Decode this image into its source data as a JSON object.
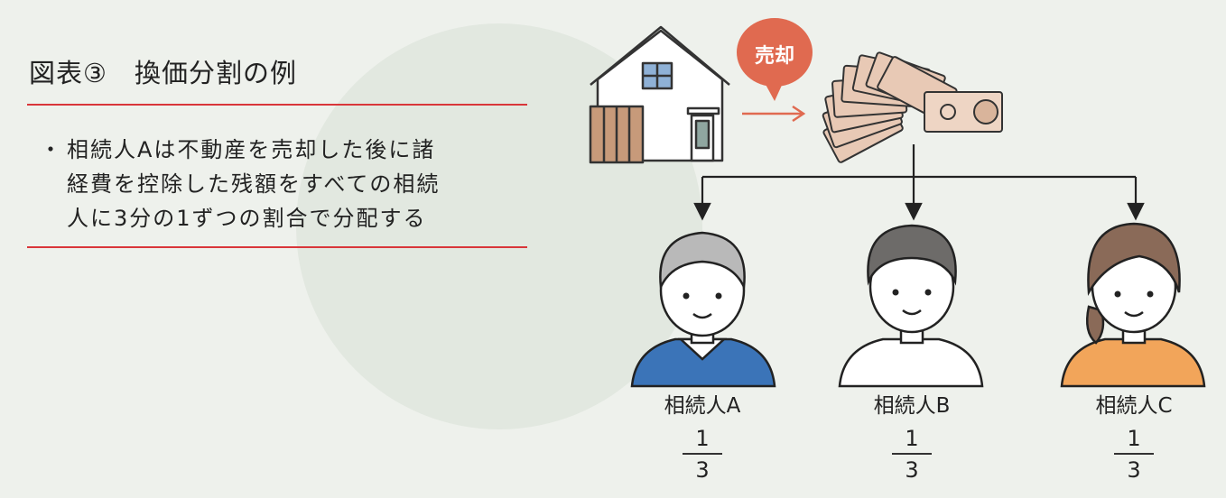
{
  "title": "図表③　換価分割の例",
  "bullet": {
    "marker": "・",
    "lines": [
      "相続人Aは不動産を売却した後に諸",
      "経費を控除した残額をすべての相続",
      "人に3分の1ずつの割合で分配する"
    ]
  },
  "bubble_label": "売却",
  "heirs": [
    {
      "name": "相続人A",
      "numerator": "1",
      "denominator": "3",
      "clothing_color": "#3b74b8"
    },
    {
      "name": "相続人B",
      "numerator": "1",
      "denominator": "3",
      "clothing_color": "#ffffff"
    },
    {
      "name": "相続人C",
      "numerator": "1",
      "denominator": "3",
      "clothing_color": "#f2a55a"
    }
  ],
  "colors": {
    "accent_red": "#d9363a",
    "bubble": "#e06a50",
    "background": "#eef1ec"
  },
  "icons": [
    "house-icon",
    "money-bills-icon",
    "arrow-right-icon",
    "person-icon"
  ]
}
